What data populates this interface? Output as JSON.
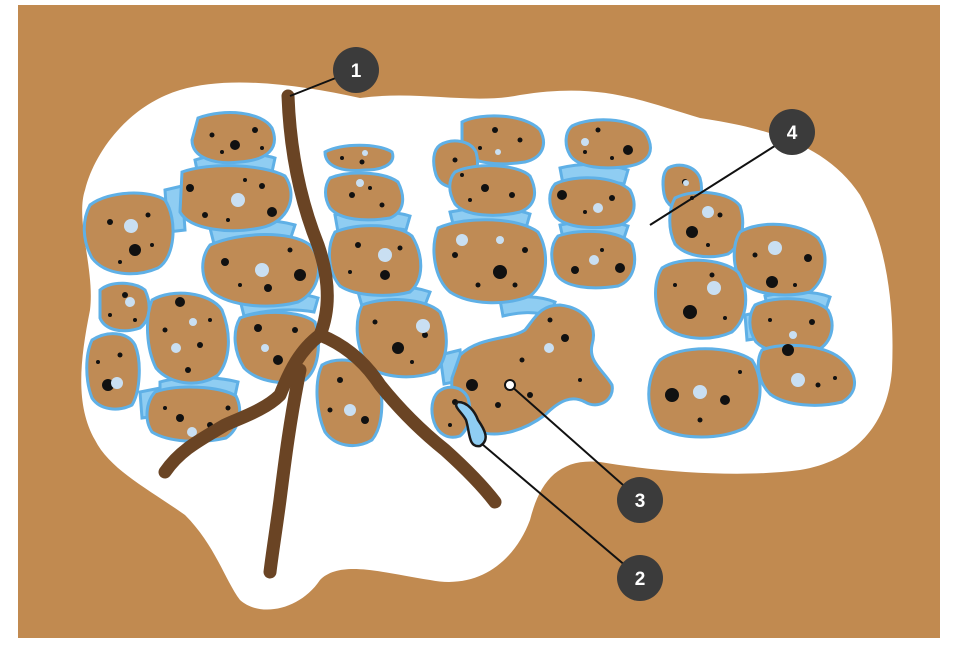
{
  "colors": {
    "soil": "#c18a50",
    "pore_space": "#ffffff",
    "aggregate_fill": "#bf8b55",
    "water_film": "#5fb0e6",
    "water_film_light": "#8fcdf2",
    "root": "#6a4424",
    "particle_dark": "#111111",
    "particle_light": "#c9dff2",
    "callout_fill": "#3b3b3b",
    "callout_line": "#111111"
  },
  "callouts": [
    {
      "id": "1",
      "label": "1"
    },
    {
      "id": "2",
      "label": "2"
    },
    {
      "id": "3",
      "label": "3"
    },
    {
      "id": "4",
      "label": "4"
    }
  ]
}
